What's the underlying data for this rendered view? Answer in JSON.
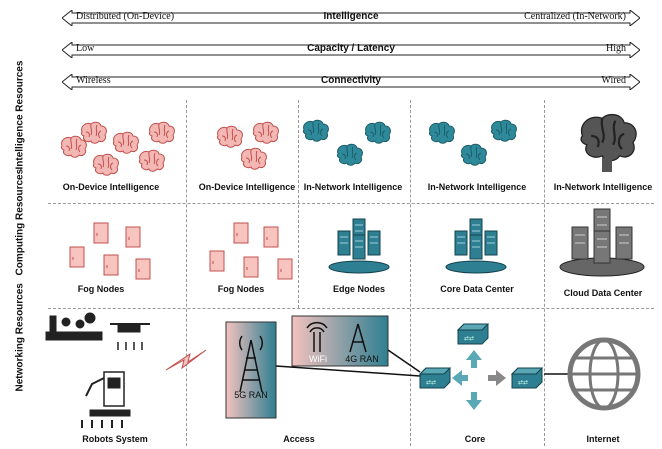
{
  "bars": [
    {
      "left": "Distributed (On-Device)",
      "center": "Intelligence",
      "right": "Centralized (In-Network)"
    },
    {
      "left": "Low",
      "center": "Capacity / Latency",
      "right": "High"
    },
    {
      "left": "Wireless",
      "center": "Connectivity",
      "right": "Wired"
    }
  ],
  "rows": {
    "intelligence": "Intelligence Resources",
    "computing": "Computing Resources",
    "networking": "Networking Resources"
  },
  "intelligence_labels": [
    "On-Device Intelligence",
    "On-Device Intelligence",
    "In-Network Intelligence",
    "In-Network Intelligence",
    "In-Network Intelligence"
  ],
  "computing_labels": [
    "Fog Nodes",
    "Fog Nodes",
    "Edge Nodes",
    "Core Data Center",
    "Cloud Data Center"
  ],
  "network": {
    "ran_5g": "5G RAN",
    "wifi": "WiFi",
    "ran_4g": "4G RAN"
  },
  "columns": [
    "Robots System",
    "Access",
    "Core",
    "Internet"
  ],
  "colors": {
    "brain_red": "#e88a86",
    "brain_teal": "#2e8a9a",
    "brain_dark": "#444444",
    "fog_pink": "#f7c4c0",
    "edge_teal": "#2e7f91",
    "cloud_gray": "#777777"
  }
}
